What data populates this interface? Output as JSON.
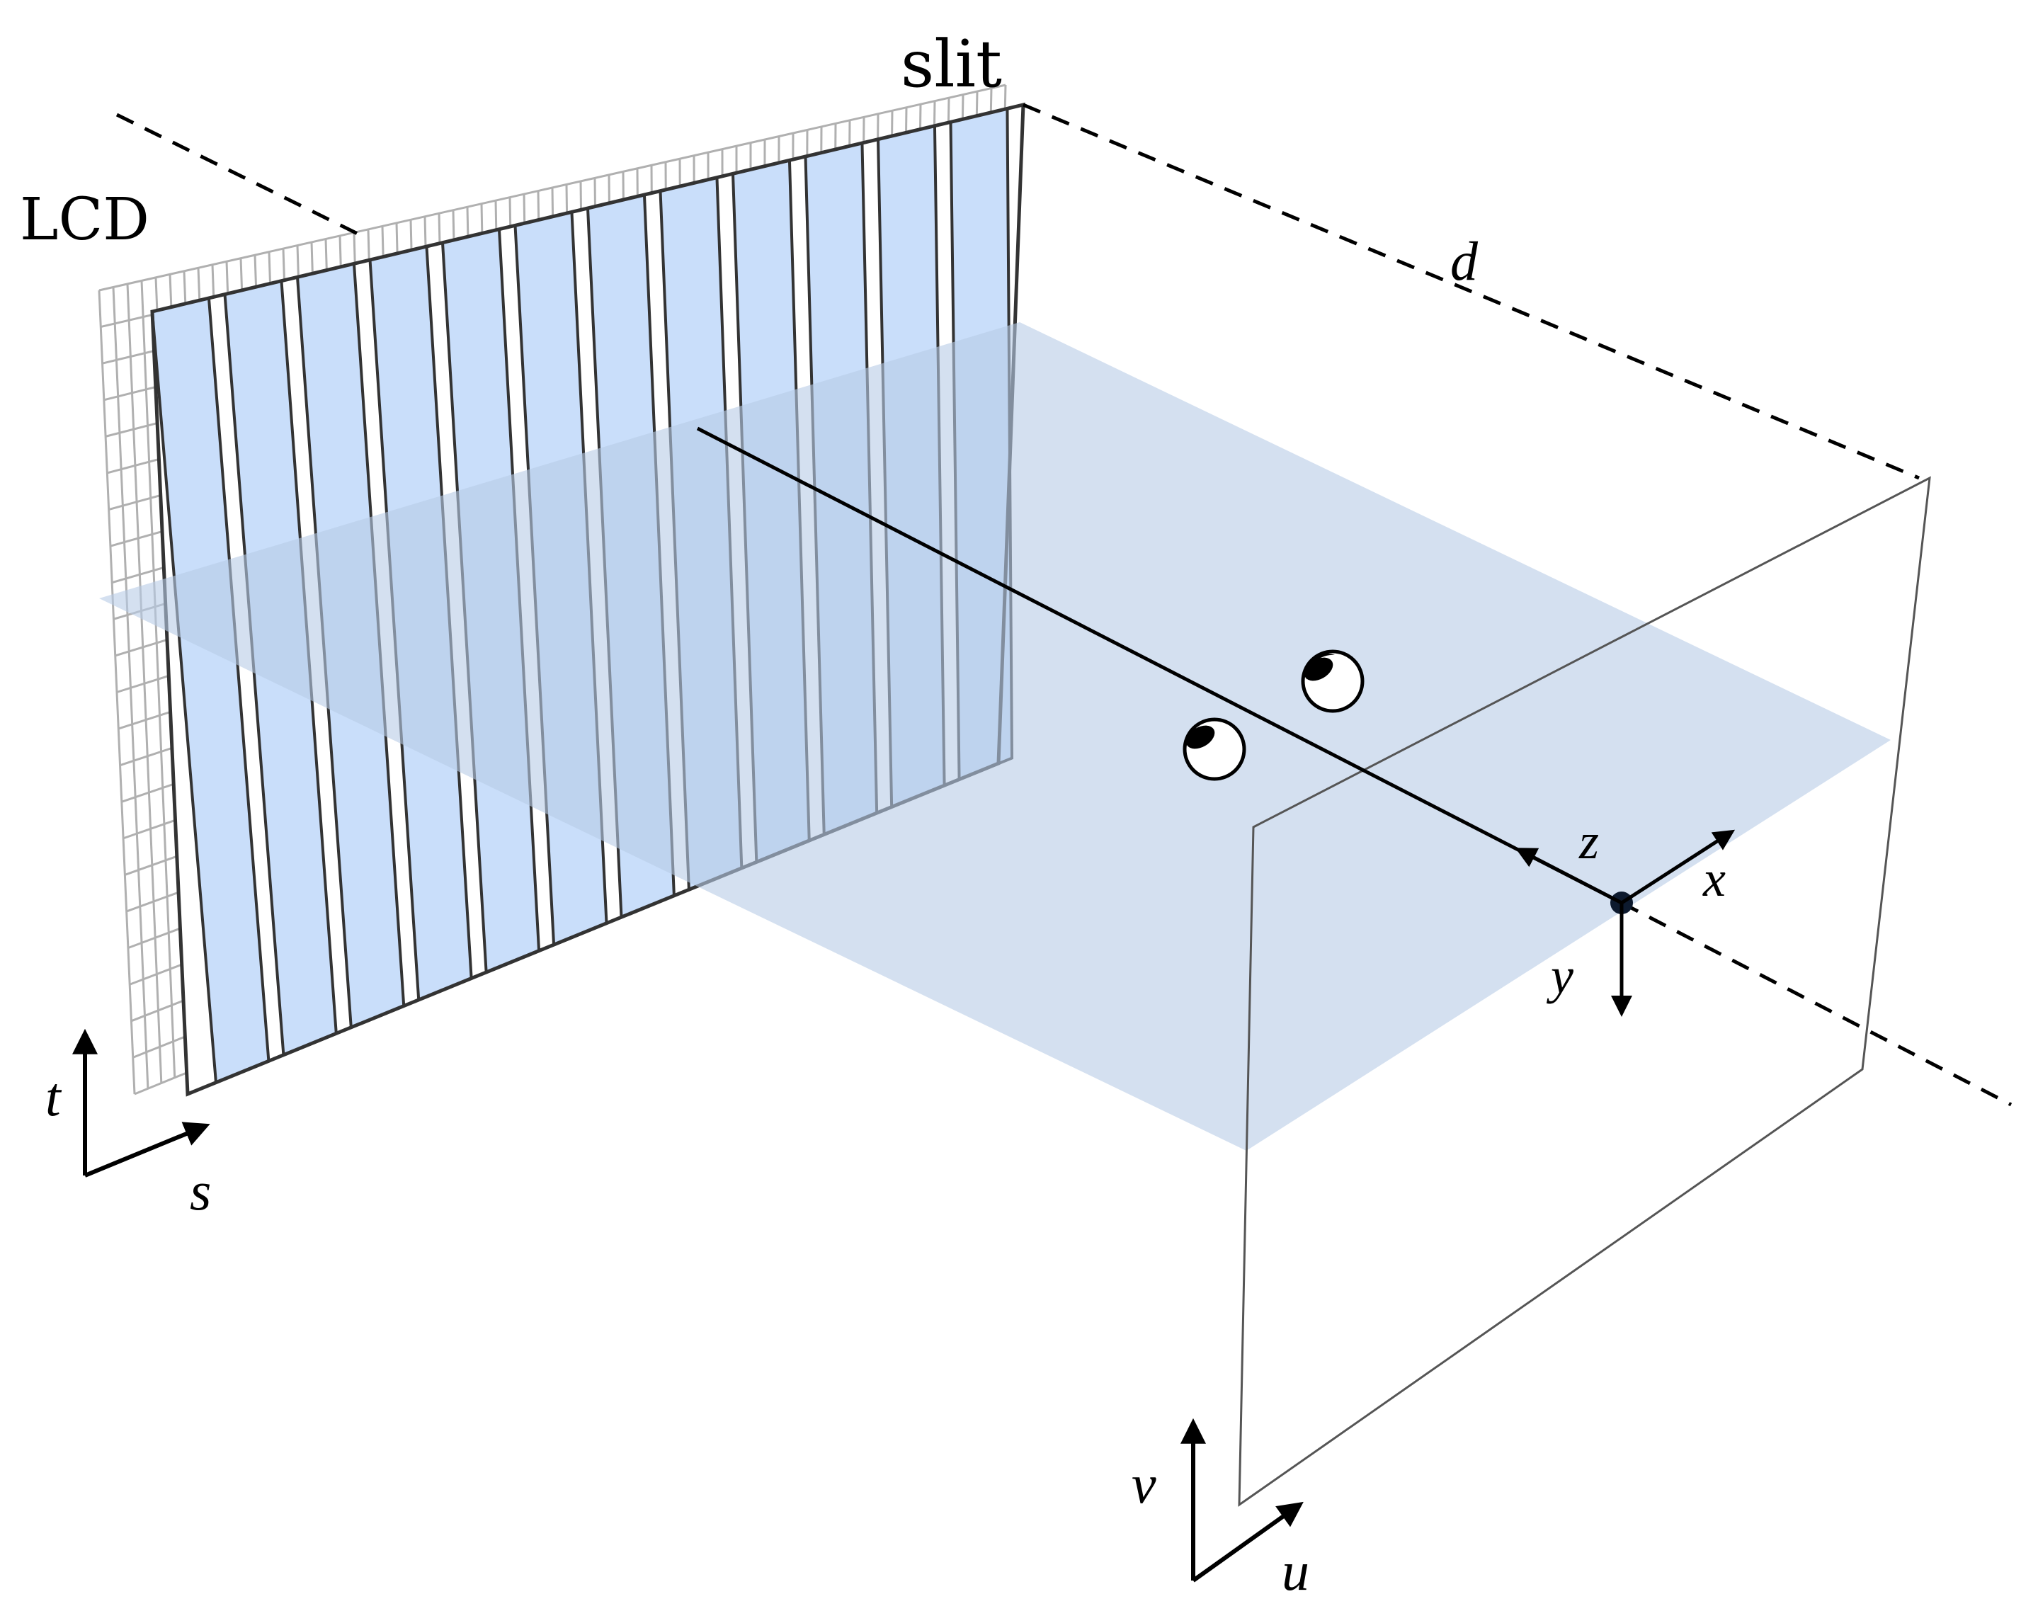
{
  "labels": {
    "lcd": "LCD",
    "slit": "slit",
    "d": "d",
    "t": "t",
    "s": "s",
    "z": "z",
    "x": "x",
    "y": "y",
    "v": "v",
    "u": "u"
  },
  "colors": {
    "slit_fill": "#c9defa",
    "slit_stroke": "#333333",
    "plane_fill": "#b8cbe6",
    "grid_stroke": "#b0b0b0",
    "line": "#000000",
    "screen_stroke": "#555555"
  },
  "counts": {
    "slits": 12
  }
}
